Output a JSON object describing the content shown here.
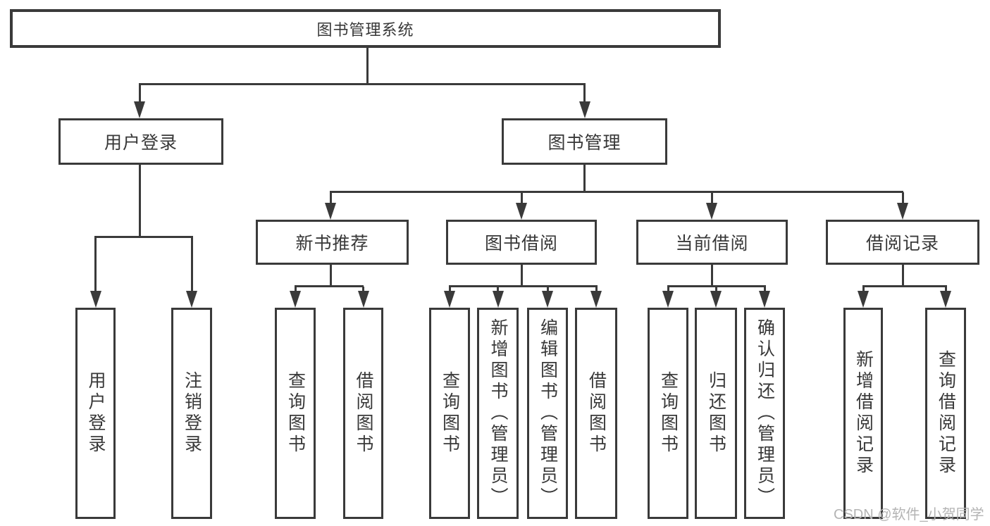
{
  "colors": {
    "line": "#3a3a3a",
    "text": "#383838",
    "watermark": "#b4b4b4",
    "background": "#ffffff"
  },
  "watermark": {
    "text": "CSDN @软件_小贺同学"
  },
  "tree": {
    "root": {
      "label": "图书管理系统"
    },
    "branches": [
      {
        "label": "用户登录",
        "leaves": [
          {
            "label": "用户登录"
          },
          {
            "label": "注销登录"
          }
        ]
      },
      {
        "label": "图书管理",
        "groups": [
          {
            "label": "新书推荐",
            "leaves": [
              {
                "label": "查询图书"
              },
              {
                "label": "借阅图书"
              }
            ]
          },
          {
            "label": "图书借阅",
            "leaves": [
              {
                "label": "查询图书"
              },
              {
                "label": "新增图书（管理员）"
              },
              {
                "label": "编辑图书（管理员）"
              },
              {
                "label": "借阅图书"
              }
            ]
          },
          {
            "label": "当前借阅",
            "leaves": [
              {
                "label": "查询图书"
              },
              {
                "label": "归还图书"
              },
              {
                "label": "确认归还（管理员）"
              }
            ]
          },
          {
            "label": "借阅记录",
            "leaves": [
              {
                "label": "新增借阅记录"
              },
              {
                "label": "查询借阅记录"
              }
            ]
          }
        ]
      }
    ]
  }
}
